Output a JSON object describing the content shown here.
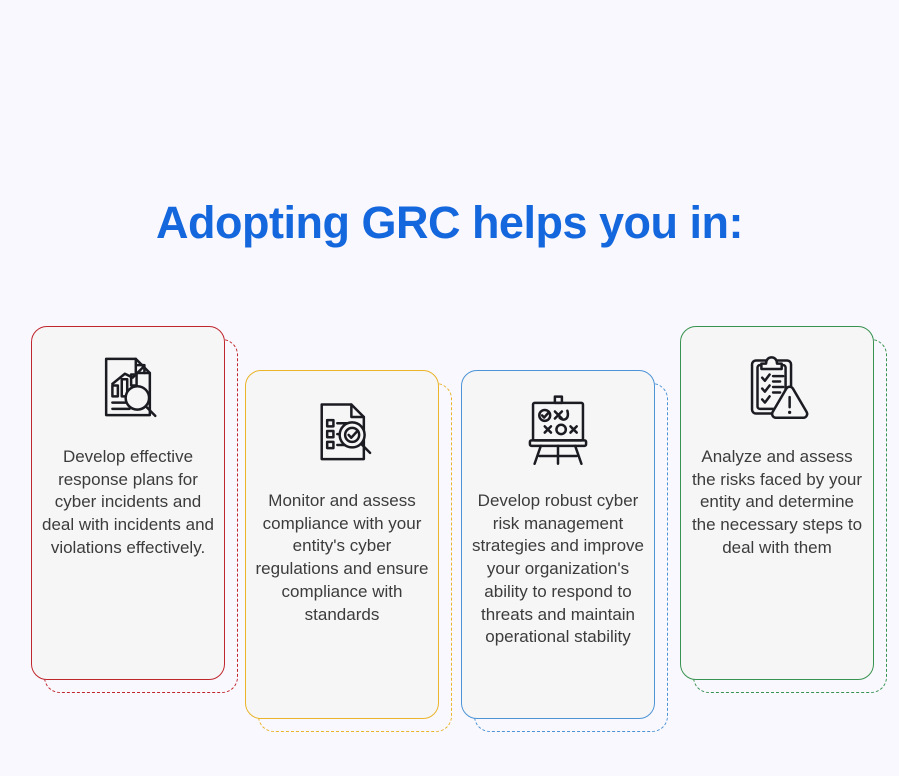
{
  "page": {
    "background_color": "#f9f8fe",
    "title": "Adopting GRC helps you in:",
    "title_color": "#1467dc"
  },
  "cards": [
    {
      "id": "incident-response",
      "icon": "document-chart-magnifier-icon",
      "accent_color": "#c0272d",
      "text": "Develop effective response plans for cyber incidents and deal with incidents and violations effectively."
    },
    {
      "id": "compliance-monitoring",
      "icon": "checklist-document-magnifier-check-icon",
      "accent_color": "#eab42b",
      "text": "Monitor and assess compliance with your entity's cyber regulations and ensure compliance with standards"
    },
    {
      "id": "risk-management-strategy",
      "icon": "strategy-board-easel-icon",
      "accent_color": "#4d94d6",
      "text": "Develop robust cyber risk management strategies and improve your organization's ability to respond to threats and maintain operational stability"
    },
    {
      "id": "risk-analysis",
      "icon": "clipboard-checklist-warning-icon",
      "accent_color": "#389250",
      "text": "Analyze and assess the risks faced by your entity and determine the necessary steps to deal with them"
    }
  ]
}
